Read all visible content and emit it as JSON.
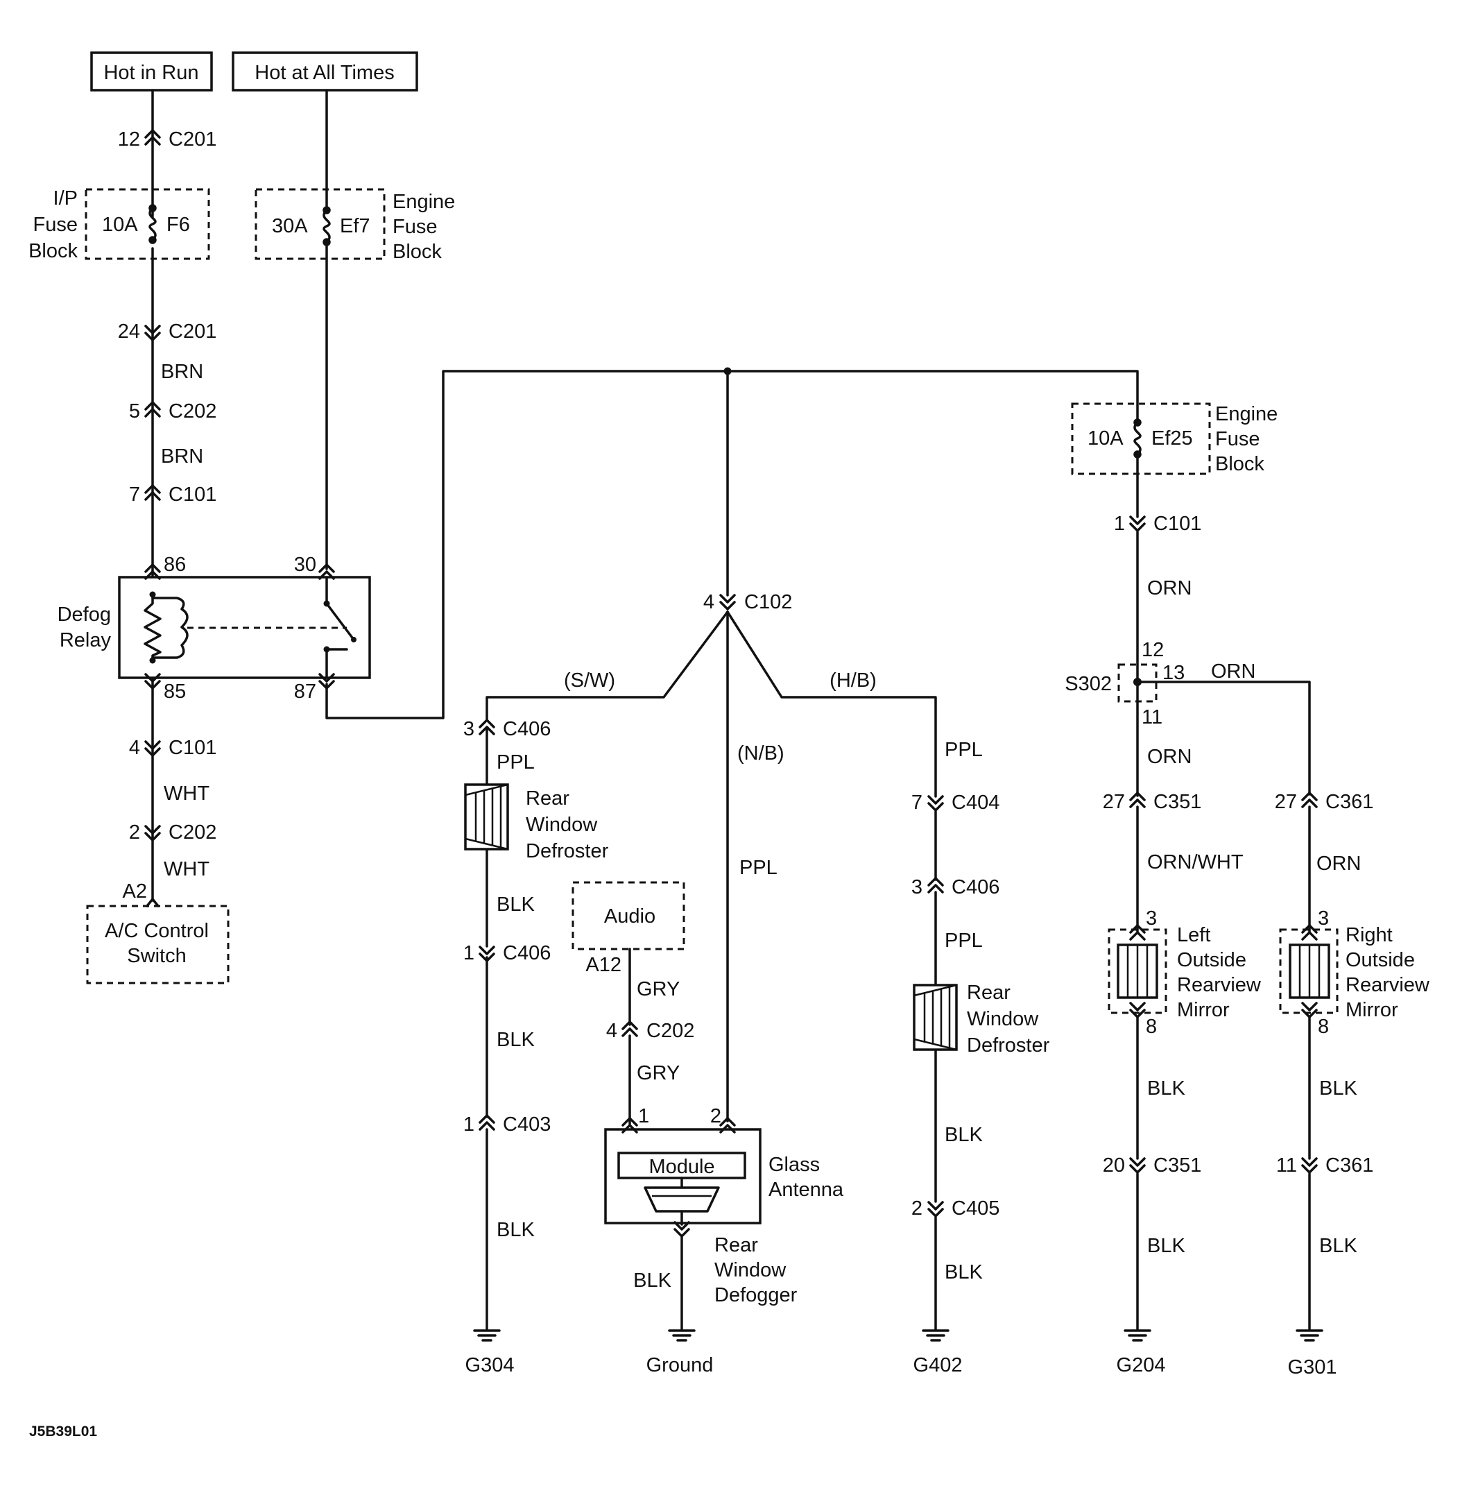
{
  "power_sources": {
    "hot_in_run": "Hot in Run",
    "hot_at_all_times": "Hot at All Times"
  },
  "fuses": {
    "f6": {
      "rating": "10A",
      "name": "F6",
      "block": [
        "I/P",
        "Fuse",
        "Block"
      ]
    },
    "ef7": {
      "rating": "30A",
      "name": "Ef7",
      "block": [
        "Engine",
        "Fuse",
        "Block"
      ]
    },
    "ef25": {
      "rating": "10A",
      "name": "Ef25",
      "block": [
        "Engine",
        "Fuse",
        "Block"
      ]
    }
  },
  "connectors": {
    "c201_12": {
      "pin": "12",
      "name": "C201"
    },
    "c201_24": {
      "pin": "24",
      "name": "C201"
    },
    "c202_5": {
      "pin": "5",
      "name": "C202"
    },
    "c101_7": {
      "pin": "7",
      "name": "C101"
    },
    "c101_4": {
      "pin": "4",
      "name": "C101"
    },
    "c202_2": {
      "pin": "2",
      "name": "C202"
    },
    "c102_4": {
      "pin": "4",
      "name": "C102"
    },
    "c406_3": {
      "pin": "3",
      "name": "C406"
    },
    "c406_1": {
      "pin": "1",
      "name": "C406"
    },
    "c403_1": {
      "pin": "1",
      "name": "C403"
    },
    "c202_4": {
      "pin": "4",
      "name": "C202"
    },
    "c404_7": {
      "pin": "7",
      "name": "C404"
    },
    "c406_3b": {
      "pin": "3",
      "name": "C406"
    },
    "c405_2": {
      "pin": "2",
      "name": "C405"
    },
    "c101_1": {
      "pin": "1",
      "name": "C101"
    },
    "c351_27": {
      "pin": "27",
      "name": "C351"
    },
    "c351_20": {
      "pin": "20",
      "name": "C351"
    },
    "c361_27": {
      "pin": "27",
      "name": "C361"
    },
    "c361_11": {
      "pin": "11",
      "name": "C361"
    }
  },
  "wire_colors": {
    "brn": "BRN",
    "wht": "WHT",
    "ppl": "PPL",
    "blk": "BLK",
    "gry": "GRY",
    "orn": "ORN",
    "orn_wht": "ORN/WHT"
  },
  "variant_labels": {
    "sw": "(S/W)",
    "nb": "(N/B)",
    "hb": "(H/B)"
  },
  "relay": {
    "label": [
      "Defog",
      "Relay"
    ],
    "pins": {
      "p86": "86",
      "p30": "30",
      "p85": "85",
      "p87": "87"
    }
  },
  "components": {
    "ac_switch": {
      "pin": "A2",
      "label": [
        "A/C Control",
        "Switch"
      ]
    },
    "rear_defroster": [
      "Rear",
      "Window",
      "Defroster"
    ],
    "audio": {
      "label": "Audio",
      "pin": "A12"
    },
    "glass_antenna": {
      "module": "Module",
      "label": [
        "Glass",
        "Antenna"
      ],
      "pin1": "1",
      "pin2": "2",
      "defogger": [
        "Rear",
        "Window",
        "Defogger"
      ]
    },
    "left_mirror": {
      "label": [
        "Left",
        "Outside",
        "Rearview",
        "Mirror"
      ],
      "pin_top": "3",
      "pin_bottom": "8"
    },
    "right_mirror": {
      "label": [
        "Right",
        "Outside",
        "Rearview",
        "Mirror"
      ],
      "pin_top": "3",
      "pin_bottom": "8"
    }
  },
  "splice": {
    "name": "S302",
    "pin12": "12",
    "pin13": "13",
    "pin11": "11"
  },
  "grounds": {
    "g304": "G304",
    "ground": "Ground",
    "g402": "G402",
    "g204": "G204",
    "g301": "G301"
  },
  "figure_id": "J5B39L01"
}
